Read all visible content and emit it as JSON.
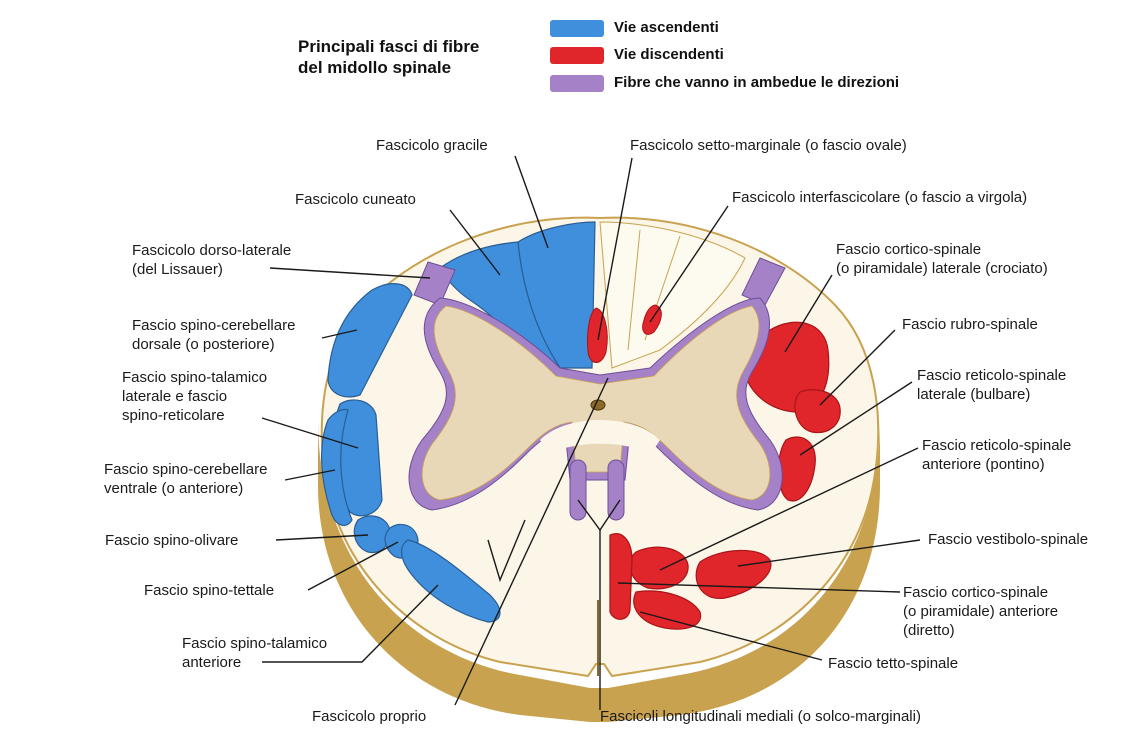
{
  "title": [
    "Principali fasci di fibre",
    "del midollo spinale"
  ],
  "legend": [
    {
      "label": "Vie ascendenti",
      "color": "#3f8fdc"
    },
    {
      "label": "Vie discendenti",
      "color": "#e0252b"
    },
    {
      "label": "Fibre che vanno in ambedue le direzioni",
      "color": "#a582c8"
    }
  ],
  "labels": {
    "fascicolo_gracile": [
      "Fascicolo gracile"
    ],
    "fascicolo_cuneato": [
      "Fascicolo cuneato"
    ],
    "dorso_laterale": [
      "Fascicolo dorso-laterale",
      "(del Lissauer)"
    ],
    "spino_cerebellare_dorsale": [
      "Fascio spino-cerebellare",
      "dorsale (o posteriore)"
    ],
    "spino_talamico_laterale": [
      "Fascio spino-talamico",
      "laterale e fascio",
      "spino-reticolare"
    ],
    "spino_cerebellare_ventrale": [
      "Fascio spino-cerebellare",
      "ventrale (o anteriore)"
    ],
    "spino_olivare": [
      "Fascio spino-olivare"
    ],
    "spino_tettale": [
      "Fascio spino-tettale"
    ],
    "spino_talamico_anteriore": [
      "Fascio spino-talamico",
      "anteriore"
    ],
    "fascicolo_proprio": [
      "Fascicolo proprio"
    ],
    "setto_marginale": [
      "Fascicolo setto-marginale (o fascio ovale)"
    ],
    "interfascicolare": [
      "Fascicolo interfascicolare (o fascio a virgola)"
    ],
    "cortico_spinale_laterale": [
      "Fascio cortico-spinale",
      "(o piramidale) laterale (crociato)"
    ],
    "rubro_spinale": [
      "Fascio rubro-spinale"
    ],
    "reticolo_spinale_laterale": [
      "Fascio reticolo-spinale",
      "laterale (bulbare)"
    ],
    "reticolo_spinale_anteriore": [
      "Fascio reticolo-spinale",
      "anteriore (pontino)"
    ],
    "vestibolo_spinale": [
      "Fascio vestibolo-spinale"
    ],
    "cortico_spinale_anteriore": [
      "Fascio cortico-spinale",
      "(o piramidale) anteriore",
      "(diretto)"
    ],
    "tetto_spinale": [
      "Fascio tetto-spinale"
    ],
    "longitudinali_mediali": [
      "Fascicoli longitudinali mediali (o solco-marginali)"
    ]
  }
}
